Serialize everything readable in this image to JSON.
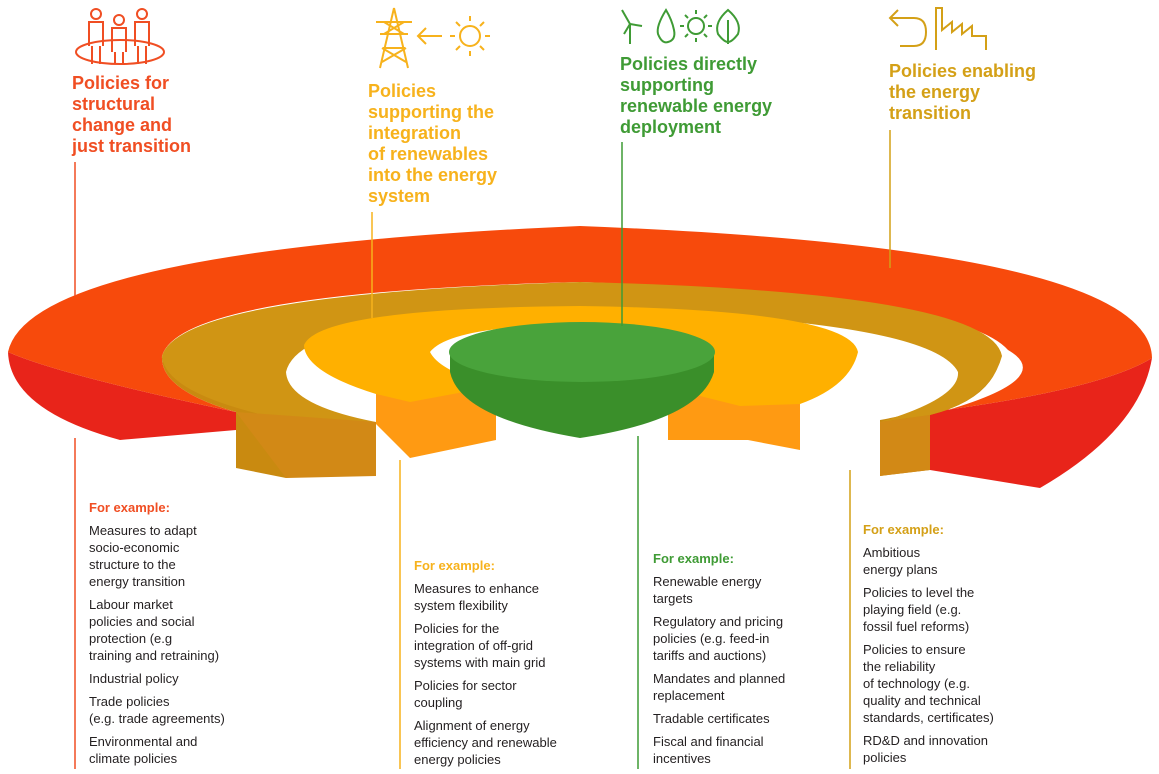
{
  "colors": {
    "just_transition": "#f04e23",
    "integration": "#f7b21c",
    "deployment": "#3f9b35",
    "enabling": "#d4a017",
    "text": "#231f20"
  },
  "pillars": [
    {
      "key": "just_transition",
      "icon": "people-icon",
      "heading": "Policies for\nstructural\nchange and\njust transition",
      "example_label": "For example:",
      "items": [
        "Measures to adapt\nsocio-economic\nstructure to the\nenergy transition",
        "Labour market\npolicies and social\nprotection (e.g\ntraining and retraining)",
        "Industrial policy",
        "Trade policies\n(e.g. trade agreements)",
        "Environmental and\nclimate policies"
      ]
    },
    {
      "key": "integration",
      "icon": "pylon-sun-icon",
      "heading": "Policies\nsupporting the\nintegration\nof renewables\ninto the energy\nsystem",
      "example_label": "For example:",
      "items": [
        "Measures to enhance\nsystem flexibility",
        "Policies for the\nintegration of off-grid\nsystems with main grid",
        "Policies for sector\ncoupling",
        "Alignment of energy\nefficiency and renewable\nenergy policies"
      ]
    },
    {
      "key": "deployment",
      "icon": "renewables-icon",
      "heading": "Policies directly\nsupporting\nrenewable energy\ndeployment",
      "example_label": "For example:",
      "items": [
        "Renewable energy\ntargets",
        "Regulatory and pricing\npolicies   (e.g. feed-in\ntariffs and auctions)",
        "Mandates and planned\nreplacement",
        "Tradable certificates",
        "Fiscal and financial\nincentives"
      ]
    },
    {
      "key": "enabling",
      "icon": "factory-icon",
      "heading": "Policies enabling\nthe energy\ntransition",
      "example_label": "For example:",
      "items": [
        "Ambitious\nenergy plans",
        "Policies to level the\nplaying field (e.g.\nfossil fuel reforms)",
        "Policies to ensure\nthe reliability\nof technology (e.g.\nquality and technical\nstandards, certificates)",
        "RD&D and innovation\npolicies"
      ]
    }
  ]
}
